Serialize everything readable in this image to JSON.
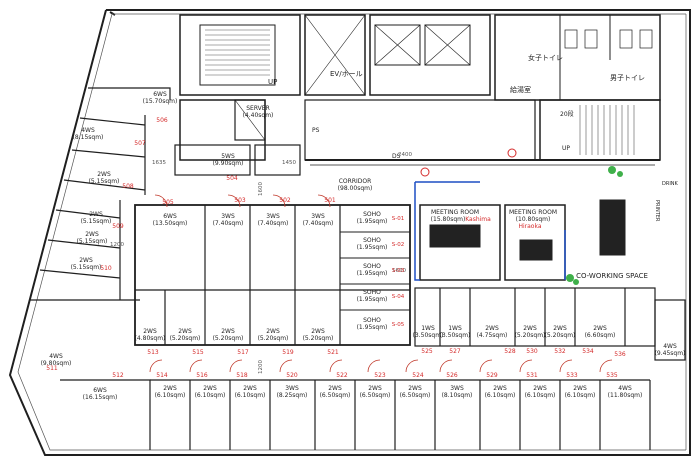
{
  "plan": {
    "colors": {
      "line": "#1f1f1f",
      "thin": "#555555",
      "accent_red": "#d42a2a",
      "door_red": "#c0392b",
      "blue": "#1d4fc4",
      "plant_green": "#3fb04a"
    },
    "core": {
      "left_stair_up": "UP",
      "elevator_hall": "EV/ホール",
      "hot_water": "給湯室",
      "womens_wc": "女子トイレ",
      "mens_wc": "男子トイレ",
      "right_stair": "20段",
      "right_stair_up": "UP",
      "shaft_left": "PS",
      "shaft_mid": "DS",
      "corridor_tag": "2400",
      "drink": "DRINK",
      "printer": "PRINTER"
    },
    "rooms": {
      "server": {
        "name": "SERVER",
        "area": "(4.40sqm)"
      },
      "ws_top_left": {
        "name": "6WS",
        "area": "(15.70sqm)"
      },
      "ws_4_left": {
        "name": "4WS",
        "area": "(8.15sqm)"
      },
      "ws_2a": {
        "name": "2WS",
        "area": "(5.15sqm)"
      },
      "ws_2b": {
        "name": "2WS",
        "area": "(5.15sqm)"
      },
      "ws_2c": {
        "name": "2WS",
        "area": "(5.15sqm)"
      },
      "ws_2d": {
        "name": "2WS",
        "area": "(5.15sqm)"
      },
      "ws_4_lower": {
        "name": "4WS",
        "area": "(9.80sqm)"
      },
      "ws_5_mid": {
        "name": "5WS",
        "area": "(9.90sqm)"
      },
      "corridor": {
        "name": "CORRIDOR",
        "area": "(98.00sqm)"
      },
      "row1": [
        {
          "name": "6WS",
          "area": "(13.50sqm)"
        },
        {
          "name": "3WS",
          "area": "(7.40sqm)"
        },
        {
          "name": "3WS",
          "area": "(7.40sqm)"
        },
        {
          "name": "3WS",
          "area": "(7.40sqm)"
        }
      ],
      "soho": [
        {
          "name": "SOHO",
          "area": "(1.95sqm)"
        },
        {
          "name": "SOHO",
          "area": "(1.95sqm)"
        },
        {
          "name": "SOHO",
          "area": "(1.95sqm)"
        },
        {
          "name": "SOHO",
          "area": "(1.95sqm)"
        },
        {
          "name": "SOHO",
          "area": "(1.95sqm)"
        }
      ],
      "row2": [
        {
          "name": "2WS",
          "area": "(4.80sqm)"
        },
        {
          "name": "2WS",
          "area": "(5.20sqm)"
        },
        {
          "name": "2WS",
          "area": "(5.20sqm)"
        },
        {
          "name": "2WS",
          "area": "(5.20sqm)"
        },
        {
          "name": "2WS",
          "area": "(5.20sqm)"
        }
      ],
      "meeting1": {
        "name": "MEETING ROOM",
        "area": "(15.80sqm)",
        "label": "Kashima"
      },
      "meeting2": {
        "name": "MEETING ROOM",
        "area": "(10.80sqm)",
        "label": "Hiraoka"
      },
      "coworking": "CO-WORKING SPACE",
      "ws_right_row": [
        {
          "name": "1WS",
          "area": "(3.50sqm)"
        },
        {
          "name": "1WS",
          "area": "(3.50sqm)"
        },
        {
          "name": "2WS",
          "area": "(4.75sqm)"
        },
        {
          "name": "2WS",
          "area": "(5.20sqm)"
        },
        {
          "name": "2WS",
          "area": "(5.20sqm)"
        },
        {
          "name": "2WS",
          "area": "(6.60sqm)"
        }
      ],
      "ws_right_end": {
        "name": "4WS",
        "area": "(9.45sqm)"
      },
      "bottom_left": {
        "name": "6WS",
        "area": "(16.15sqm)"
      },
      "bottom_row": [
        {
          "name": "2WS",
          "area": "(6.10sqm)"
        },
        {
          "name": "2WS",
          "area": "(6.10sqm)"
        },
        {
          "name": "2WS",
          "area": "(6.10sqm)"
        },
        {
          "name": "3WS",
          "area": "(8.25sqm)"
        },
        {
          "name": "2WS",
          "area": "(6.50sqm)"
        },
        {
          "name": "2WS",
          "area": "(6.50sqm)"
        },
        {
          "name": "2WS",
          "area": "(6.50sqm)"
        },
        {
          "name": "3WS",
          "area": "(8.10sqm)"
        },
        {
          "name": "2WS",
          "area": "(6.10sqm)"
        },
        {
          "name": "2WS",
          "area": "(6.10sqm)"
        },
        {
          "name": "2WS",
          "area": "(6.10sqm)"
        }
      ],
      "bottom_right": {
        "name": "4WS",
        "area": "(11.80sqm)"
      }
    },
    "room_numbers": {
      "left_column": [
        "506",
        "507",
        "508",
        "509",
        "510",
        "511"
      ],
      "mid": [
        "504",
        "505",
        "503",
        "502",
        "501"
      ],
      "soho": [
        "S-01",
        "S-02",
        "S-03",
        "S-04",
        "S-05"
      ],
      "row2_doors": [
        "513",
        "515",
        "517",
        "519",
        "521"
      ],
      "right_doors": [
        "525",
        "527",
        "528",
        "530",
        "532",
        "534",
        "536"
      ],
      "bottom_doors": [
        "512",
        "514",
        "516",
        "518",
        "520",
        "522",
        "523",
        "524",
        "526",
        "529",
        "531",
        "533",
        "535"
      ]
    },
    "dimensions": {
      "d1635": "1635",
      "d1450": "1450",
      "d1200": "1200",
      "d1600a": "1600",
      "d1600b": "1600",
      "d2400": "2400",
      "d1200b": "1200"
    }
  }
}
